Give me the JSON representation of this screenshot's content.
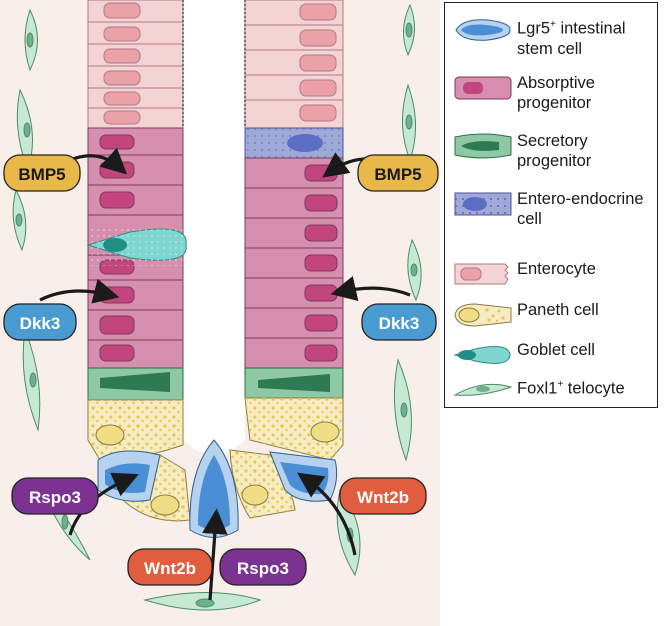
{
  "signals": {
    "bmp5_left": "BMP5",
    "bmp5_right": "BMP5",
    "dkk3_left": "Dkk3",
    "dkk3_right": "Dkk3",
    "rspo3_left": "Rspo3",
    "rspo3_bottom": "Rspo3",
    "wnt2b_bottom": "Wnt2b",
    "wnt2b_right": "Wnt2b"
  },
  "legend": {
    "items": [
      {
        "label": "Lgr5",
        "sup": "+",
        "label_rest": " intestinal stem cell",
        "icon": "lgr5-stem-cell"
      },
      {
        "label": "Absorptive progenitor",
        "sup": "",
        "label_rest": "",
        "icon": "absorptive-progenitor"
      },
      {
        "label": "Secretory progenitor",
        "sup": "",
        "label_rest": "",
        "icon": "secretory-progenitor"
      },
      {
        "label": "Entero-endocrine cell",
        "sup": "",
        "label_rest": "",
        "icon": "enteroendocrine-cell"
      },
      {
        "label": "Enterocyte",
        "sup": "",
        "label_rest": "",
        "icon": "enterocyte"
      },
      {
        "label": "Paneth cell",
        "sup": "",
        "label_rest": "",
        "icon": "paneth-cell"
      },
      {
        "label": "Goblet cell",
        "sup": "",
        "label_rest": "",
        "icon": "goblet-cell"
      },
      {
        "label": "Foxl1",
        "sup": "+",
        "label_rest": " telocyte",
        "icon": "foxl1-telocyte"
      }
    ]
  },
  "colors": {
    "stem": "#5b9bd5",
    "absorptive": "#d78fb0",
    "secretory": "#3f8d62",
    "enteroendocrine": "#9fa9d8",
    "enterocyte": "#f3d3d3",
    "paneth": "#f5ecc4",
    "goblet": "#7fd6cf",
    "telocyte": "#c6e9d6",
    "bmp5": "#e8b84a",
    "dkk3": "#4a9bd1",
    "rspo3": "#7b3290",
    "wnt2b": "#e05d3e"
  }
}
